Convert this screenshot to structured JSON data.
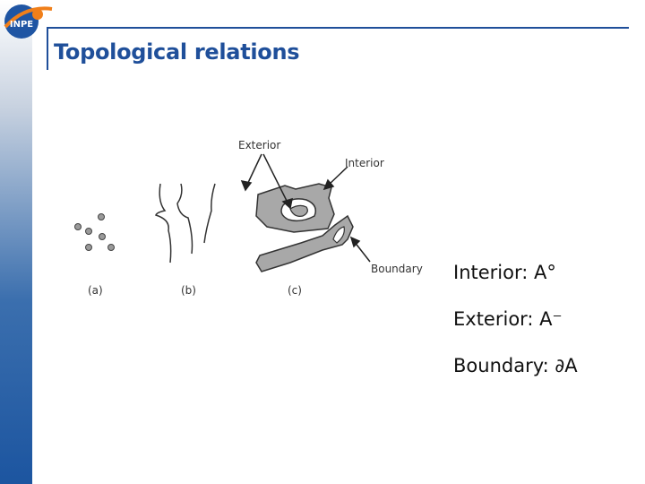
{
  "header": {
    "logo_text": "INPE",
    "title": "Topological relations"
  },
  "figure": {
    "callouts": {
      "exterior": "Exterior",
      "interior": "Interior",
      "boundary": "Boundary"
    },
    "panel_labels": [
      "(a)",
      "(b)",
      "(c)"
    ]
  },
  "definitions": [
    "Interior: A°",
    "Exterior: A⁻",
    "Boundary: ∂A"
  ]
}
